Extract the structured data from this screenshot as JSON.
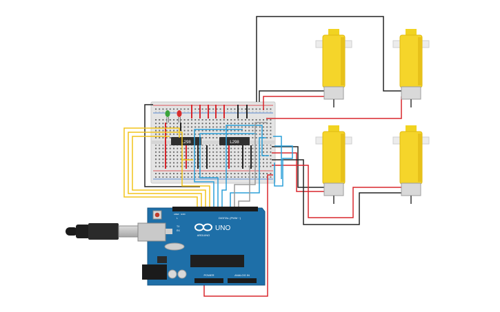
{
  "breadboard": {
    "chip_left_label": "L298",
    "chip_right_label": "L298"
  },
  "arduino": {
    "brand_label": "ARDUINO",
    "model_label": "UNO",
    "digital_label": "DIGITAL (PWM ~)",
    "power_label": "POWER",
    "analog_label": "ANALOG IN",
    "tx_label": "TX",
    "rx_label": "RX",
    "l_label": "L",
    "aref_label": "AREF",
    "gnd_label": "GND"
  },
  "leds": [
    {
      "color": "#3aa33a"
    },
    {
      "color": "#d92b2b"
    }
  ],
  "motors": [
    {
      "id": "motor-top-left"
    },
    {
      "id": "motor-top-right"
    },
    {
      "id": "motor-bottom-left"
    },
    {
      "id": "motor-bottom-right"
    }
  ],
  "wire_colors": {
    "power": "#d8262c",
    "ground": "#222222",
    "signal_yellow": "#f2c318",
    "signal_blue": "#2a9fd8",
    "signal_gray": "#9a9a9a"
  }
}
